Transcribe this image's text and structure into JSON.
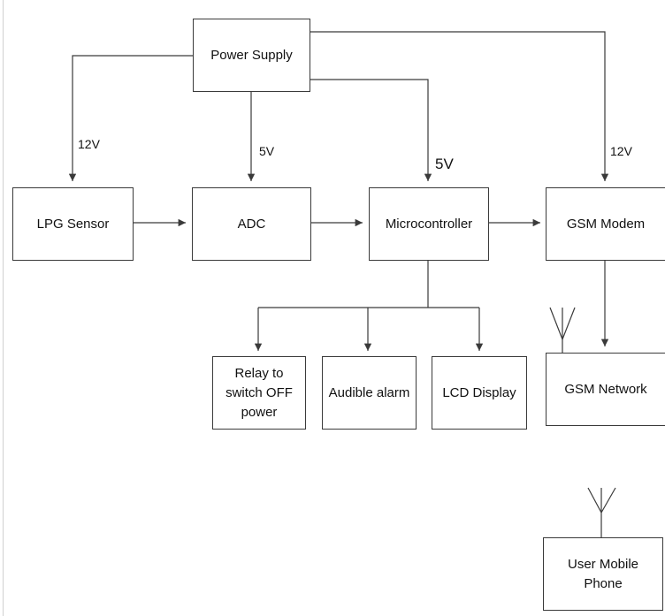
{
  "diagram": {
    "blocks": {
      "power_supply": "Power Supply",
      "lpg_sensor": "LPG Sensor",
      "adc": "ADC",
      "microcontroller": "Microcontroller",
      "gsm_modem": "GSM Modem",
      "relay": [
        "Relay to",
        "switch OFF",
        "power"
      ],
      "audible_alarm": "Audible alarm",
      "lcd_display": "LCD Display",
      "gsm_network": "GSM Network",
      "user_mobile_phone": [
        "User Mobile",
        "Phone"
      ]
    },
    "voltage_labels": {
      "lpg_sensor": "12V",
      "adc": "5V",
      "microcontroller": "5V",
      "gsm_modem": "12V"
    }
  },
  "colors": {
    "line": "#3a3a3a",
    "text": "#111111",
    "border": "#3a3a3a"
  }
}
